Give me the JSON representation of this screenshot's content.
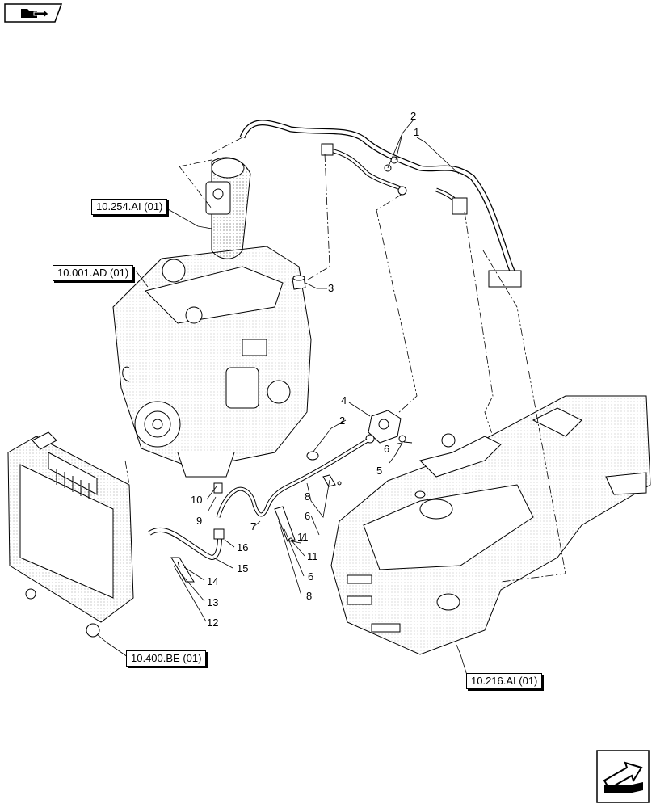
{
  "references": {
    "exhaust": "10.254.AI (01)",
    "engine": "10.001.AD (01)",
    "radiator": "10.400.BE (01)",
    "tank": "10.216.AI (01)"
  },
  "callouts": {
    "c1": "1",
    "c2a": "2",
    "c2b": "2",
    "c3": "3",
    "c4": "4",
    "c5": "5",
    "c6a": "6",
    "c6b": "6",
    "c6c": "6",
    "c7": "7",
    "c8a": "8",
    "c8b": "8",
    "c9": "9",
    "c10": "10",
    "c11a": "11",
    "c11b": "11",
    "c12": "12",
    "c13": "13",
    "c14": "14",
    "c15": "15",
    "c16": "16"
  },
  "icons": {
    "nav": "back-folder-icon",
    "next": "next-page-arrow-icon"
  }
}
